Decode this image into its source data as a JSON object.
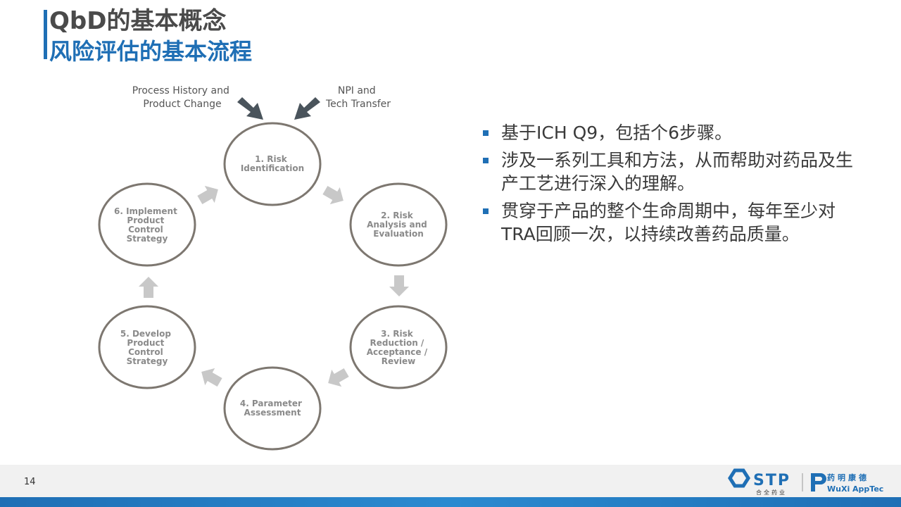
{
  "slide": {
    "title": "QbD的基本概念",
    "subtitle": "风险评估的基本流程",
    "page_number": "14"
  },
  "diagram": {
    "inputs": [
      {
        "lines": [
          "Process History and",
          "Product Change"
        ]
      },
      {
        "lines": [
          "NPI and",
          "Tech Transfer"
        ]
      }
    ],
    "steps": [
      {
        "lines": [
          "1. Risk",
          "Identification"
        ]
      },
      {
        "lines": [
          "2. Risk",
          "Analysis and",
          "Evaluation"
        ]
      },
      {
        "lines": [
          "3. Risk",
          "Reduction /",
          "Acceptance /",
          "Review"
        ]
      },
      {
        "lines": [
          "4. Parameter",
          "Assessment"
        ]
      },
      {
        "lines": [
          "5. Develop",
          "Product",
          "Control",
          "Strategy"
        ]
      },
      {
        "lines": [
          "6. Implement",
          "Product",
          "Control",
          "Strategy"
        ]
      }
    ]
  },
  "bullets": [
    {
      "lines": [
        "基于ICH Q9，包括个6步骤。"
      ]
    },
    {
      "lines": [
        "涉及一系列工具和方法，从而帮助对药品及生",
        "产工艺进行深入的理解。"
      ]
    },
    {
      "lines": [
        "贯穿于产品的整个生命周期中，每年至少对",
        "TRA回顾一次，以持续改善药品质量。"
      ]
    }
  ],
  "logos": {
    "stp_text": "STP",
    "stp_sub": "合全药业",
    "wuxi_cn": "药明康德",
    "wuxi_en": "WuXi AppTec"
  },
  "colors": {
    "accent": "#1f6fb5",
    "circle_stroke": "#7d7770",
    "arrow": "#c8c8c8",
    "input_arrow": "#4a545c"
  }
}
